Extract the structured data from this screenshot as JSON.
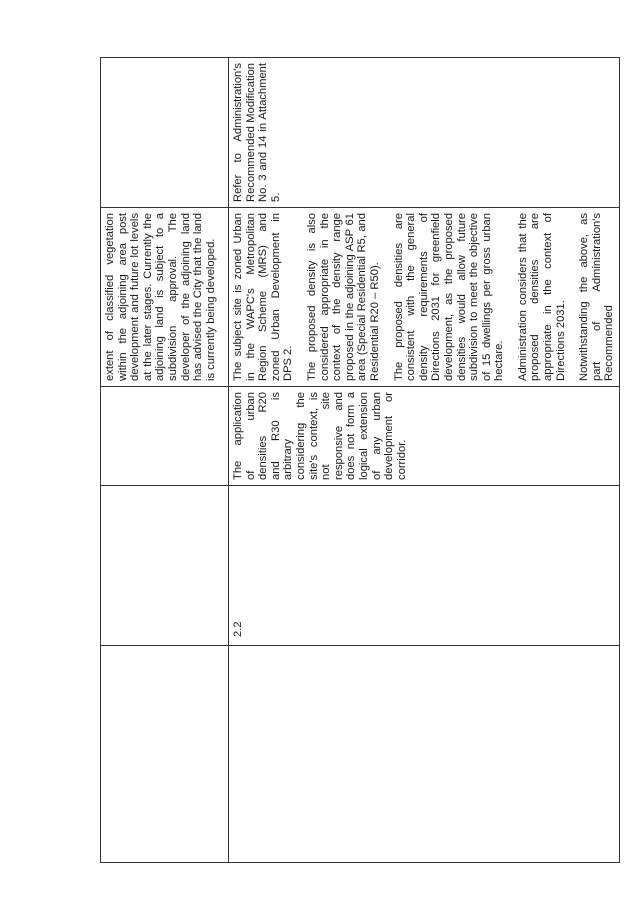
{
  "row_top": {
    "comment_continued": "extent of classified vegetation within the adjoining area post development and future lot levels at the later stages. Currently the adjoining land is subject to a subdivision approval. The developer of the adjoining land has advised the City that the land is currently being developed."
  },
  "row_2_2": {
    "number": "2.2",
    "submission": "The application of urban densities R20 and R30 is arbitrary considering the site's context, is not site responsive and does not form a logical extension of any urban development or corridor.",
    "comment_paragraphs": [
      "The subject site is zoned Urban in the WAPC's Metropolitan Region Scheme (MRS) and zoned Urban Development in DPS 2.",
      "The proposed density is also considered appropriate in the context of the density range proposed in the adjoining ASP 61 area (Special Residential R5, and Residential R20 – R50).",
      "The proposed densities are consistent with the general density requirements of Directions 2031 for greenfield development, as the proposed densities would allow future subdivision to meet the objective of 15 dwellings per gross urban hectare.",
      "Administration considers that the proposed densities are appropriate in the context of Directions 2031.",
      "Notwithstanding the above, as part of Administration's Recommended"
    ],
    "recommendation": "Refer to Administration's Recommended Modification No. 3 and 14 in Attachment 5."
  }
}
